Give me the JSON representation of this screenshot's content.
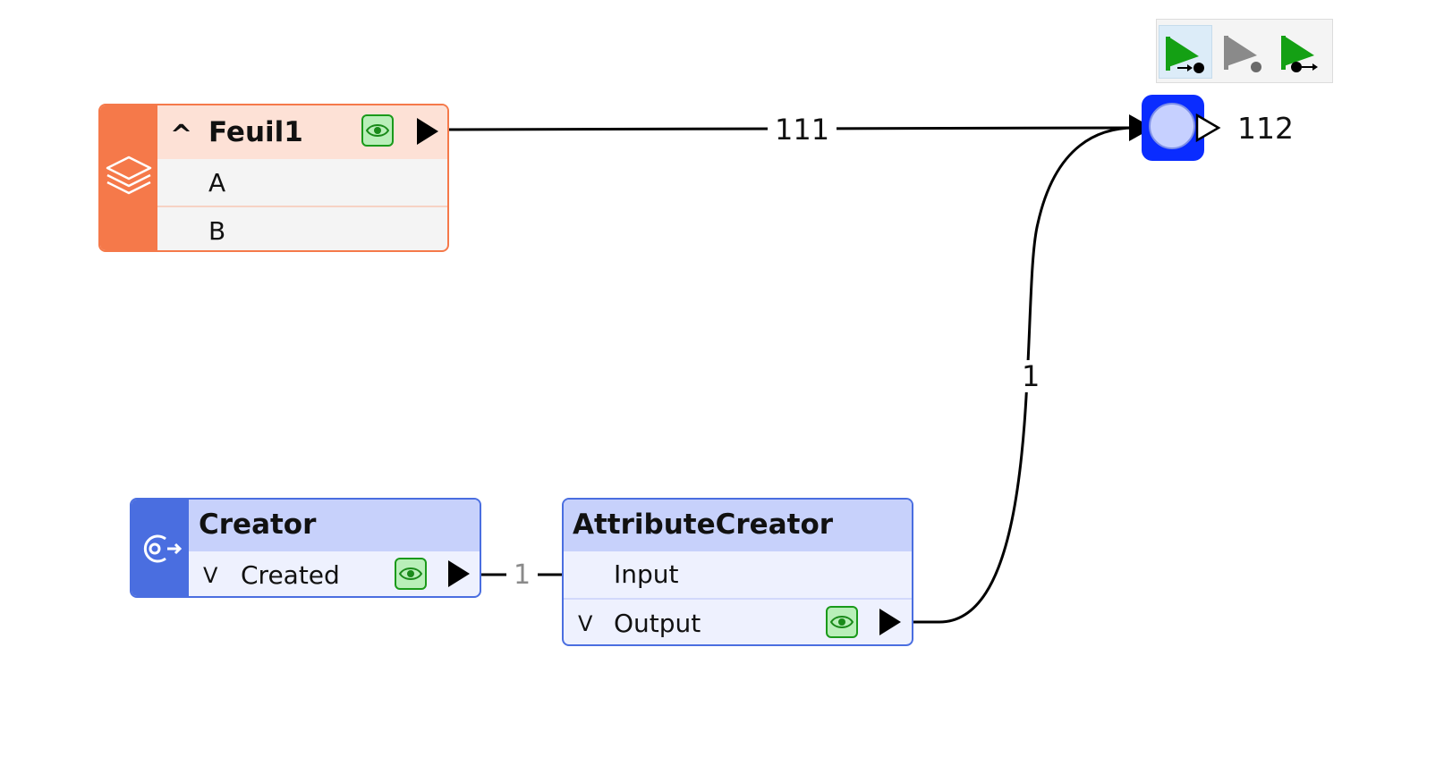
{
  "toolbar": {
    "buttons": [
      {
        "name": "run-to-this",
        "icon": "green-flag-arrow-dot-icon",
        "color": "#14a014",
        "active": true
      },
      {
        "name": "run-this",
        "icon": "gray-flag-dot-icon",
        "color": "#8a8a8a",
        "active": false
      },
      {
        "name": "run-from-this",
        "icon": "green-flag-dot-arrow-icon",
        "color": "#14a014",
        "active": false
      }
    ]
  },
  "reader_node": {
    "title": "Feuil1",
    "color": "#f5794a",
    "header_bg": "#fde1d6",
    "collapse_glyph": "^",
    "attributes": [
      "A",
      "B"
    ],
    "icon": "layers-icon"
  },
  "creator_node": {
    "title": "Creator",
    "color": "#4a6ee0",
    "header_bg": "#c7d1fb",
    "port_glyph": "V",
    "port_label": "Created",
    "icon": "creator-icon"
  },
  "attributecreator_node": {
    "title": "AttributeCreator",
    "color": "#4a6ee0",
    "header_bg": "#c7d1fb",
    "input_label": "Input",
    "output_glyph": "V",
    "output_label": "Output"
  },
  "junction": {
    "color": "#0a2cff",
    "count": "112"
  },
  "connections": {
    "reader_to_junction": "111",
    "creator_to_attributecreator": "1",
    "attributecreator_to_junction": "1"
  }
}
